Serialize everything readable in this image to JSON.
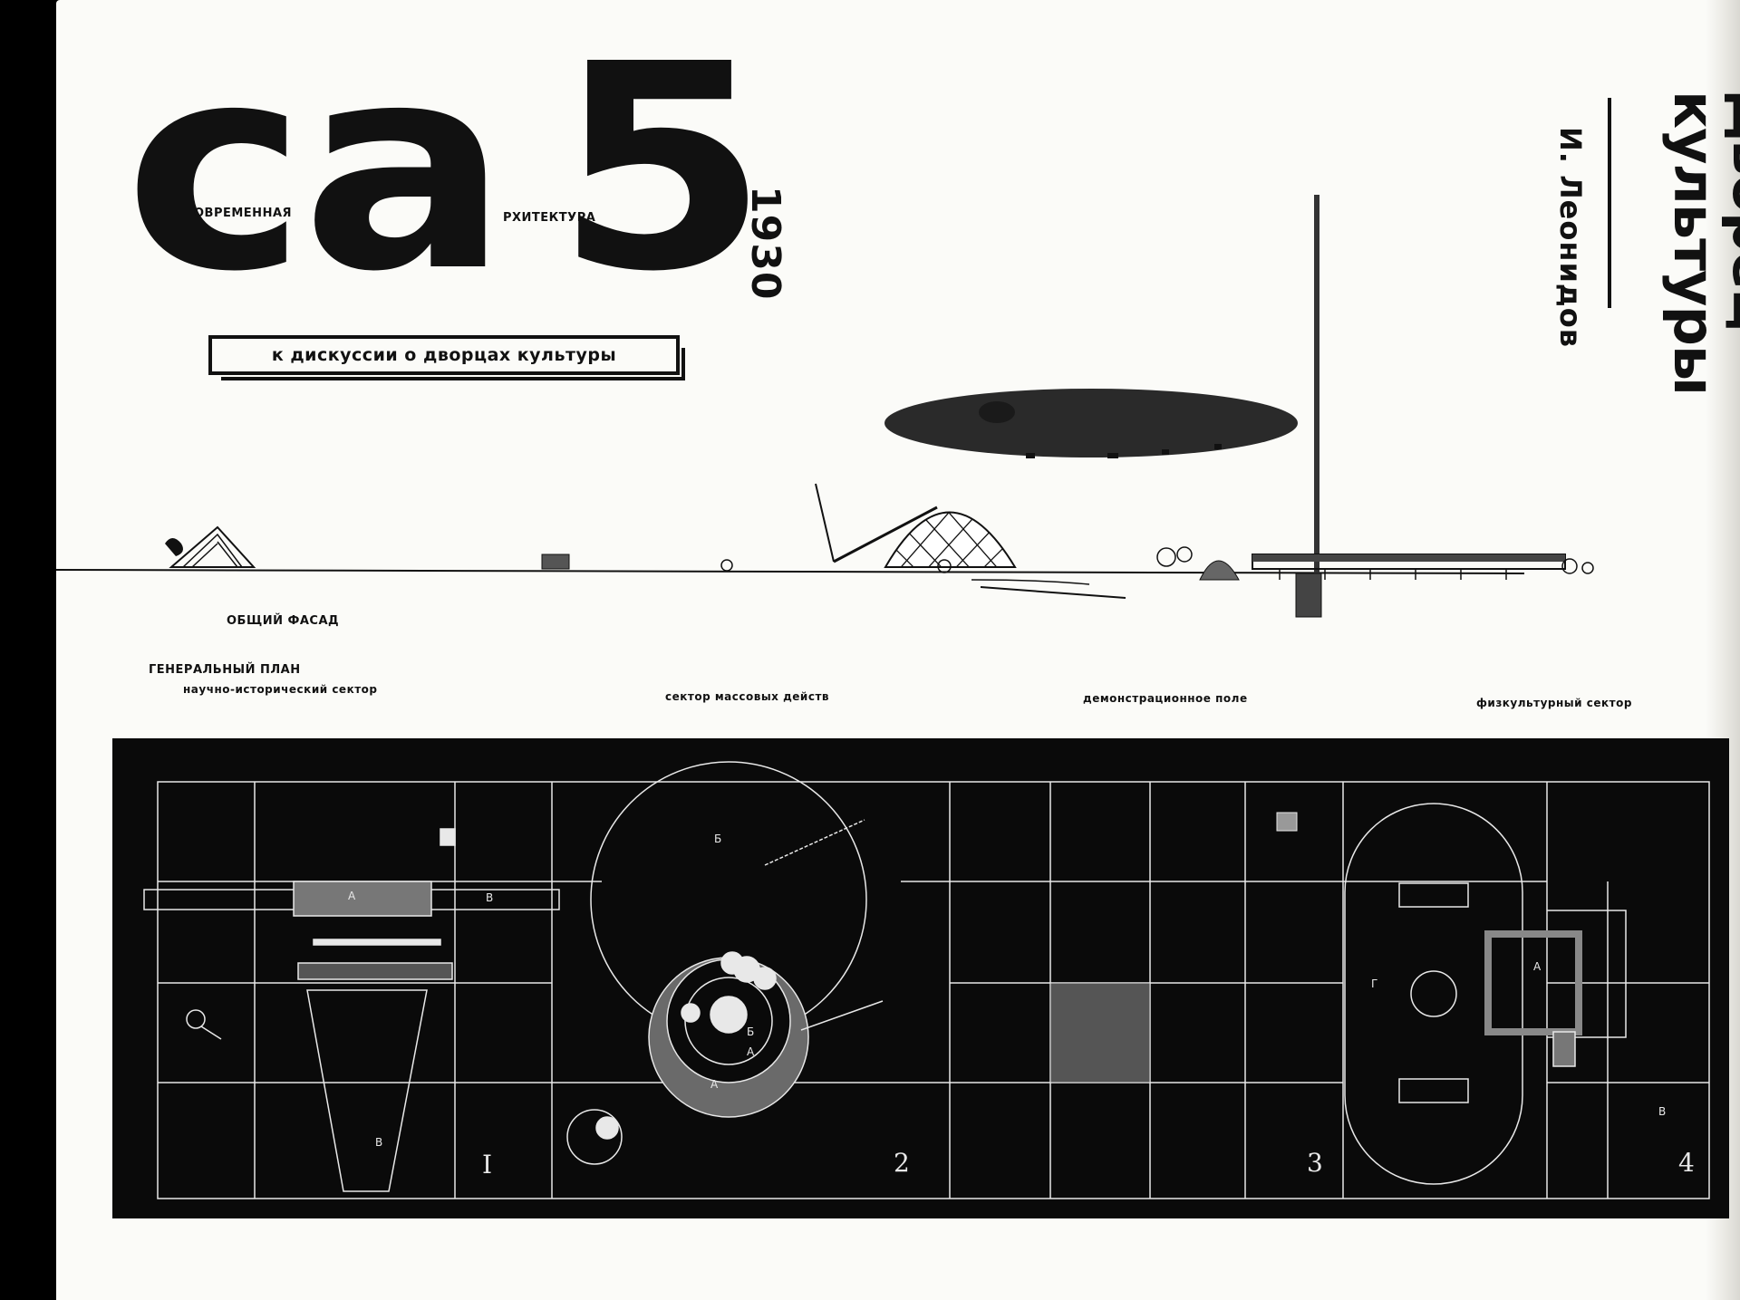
{
  "masthead": {
    "logo_text": "са",
    "issue_number": "5",
    "year": "1930",
    "word_left": "ОВРЕМЕННАЯ",
    "word_right": "РХИТЕКТУРА"
  },
  "tagline": "к дискуссии о дворцах культуры",
  "article": {
    "title_line1": "Дворец",
    "title_line2": "культуры",
    "author": "И. Леонидов"
  },
  "facade": {
    "label": "ОБЩИЙ ФАСАД"
  },
  "plan": {
    "label": "ГЕНЕРАЛЬНЫЙ ПЛАН",
    "sectors": [
      "научно-исторический сектор",
      "сектор массовых действ",
      "демонстрационное поле",
      "физкультурный сектор"
    ],
    "section_numbers": [
      "I",
      "2",
      "3",
      "4"
    ],
    "letters": [
      "А",
      "В",
      "Б",
      "А",
      "В",
      "А",
      "Б",
      "Г",
      "А",
      "В"
    ]
  },
  "colors": {
    "paper": "#fbfbf8",
    "ink": "#111111",
    "plan_background": "#0a0a0a",
    "plan_lines": "#e8e8e8"
  }
}
